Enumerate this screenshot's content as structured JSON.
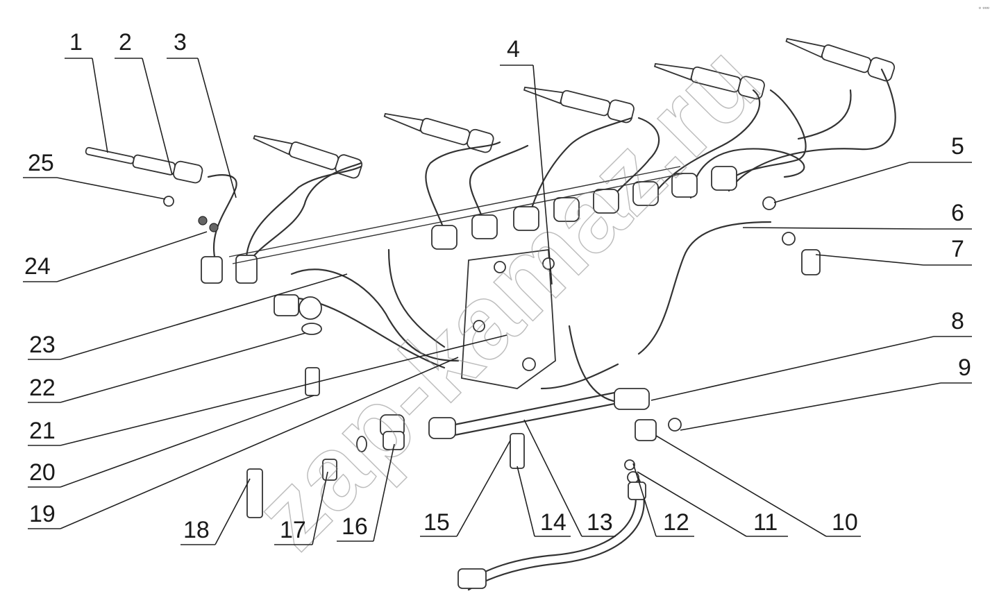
{
  "watermark": "zap-kamaz.ru",
  "corner_mark": "▫ ▫▫▫",
  "callouts": [
    {
      "label": "1"
    },
    {
      "label": "2"
    },
    {
      "label": "3"
    },
    {
      "label": "4"
    },
    {
      "label": "5"
    },
    {
      "label": "6"
    },
    {
      "label": "7"
    },
    {
      "label": "8"
    },
    {
      "label": "9"
    },
    {
      "label": "10"
    },
    {
      "label": "11"
    },
    {
      "label": "12"
    },
    {
      "label": "13"
    },
    {
      "label": "14"
    },
    {
      "label": "15"
    },
    {
      "label": "16"
    },
    {
      "label": "17"
    },
    {
      "label": "18"
    },
    {
      "label": "19"
    },
    {
      "label": "20"
    },
    {
      "label": "21"
    },
    {
      "label": "22"
    },
    {
      "label": "23"
    },
    {
      "label": "24"
    },
    {
      "label": "25"
    }
  ]
}
